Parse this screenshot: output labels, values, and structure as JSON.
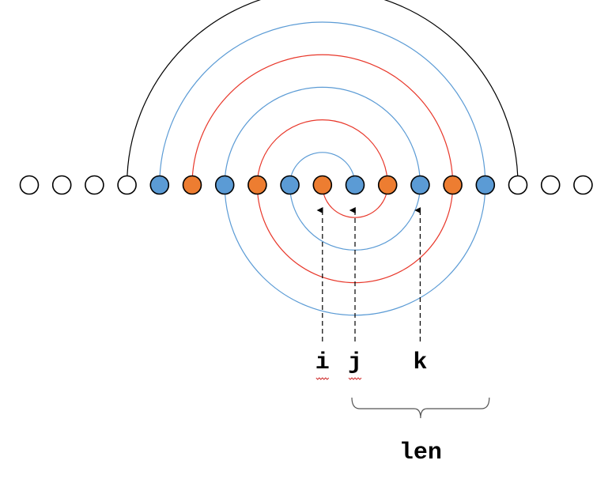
{
  "colors": {
    "background": "#ffffff",
    "outline": "#000000",
    "blue": "#5b9bd5",
    "orange": "#ed7d31",
    "empty": "#ffffff",
    "arc_black": "#000000",
    "arc_blue": "#5b9bd5",
    "arc_red": "#e8372a",
    "spell_underline": "#d03030"
  },
  "beads": [
    "empty",
    "empty",
    "empty",
    "empty",
    "blue",
    "orange",
    "blue",
    "orange",
    "blue",
    "orange",
    "blue",
    "orange",
    "blue",
    "orange",
    "blue",
    "empty",
    "empty",
    "empty"
  ],
  "arcs": [
    {
      "from": 3,
      "to": 15,
      "side": "top",
      "color": "black"
    },
    {
      "from": 4,
      "to": 14,
      "side": "top",
      "color": "blue"
    },
    {
      "from": 5,
      "to": 13,
      "side": "top",
      "color": "red"
    },
    {
      "from": 6,
      "to": 12,
      "side": "top",
      "color": "blue"
    },
    {
      "from": 7,
      "to": 11,
      "side": "top",
      "color": "red"
    },
    {
      "from": 8,
      "to": 10,
      "side": "top",
      "color": "blue"
    },
    {
      "from": 9,
      "to": 11,
      "side": "bottom",
      "color": "red"
    },
    {
      "from": 8,
      "to": 12,
      "side": "bottom",
      "color": "blue"
    },
    {
      "from": 7,
      "to": 13,
      "side": "bottom",
      "color": "red"
    },
    {
      "from": 6,
      "to": 14,
      "side": "bottom",
      "color": "blue"
    }
  ],
  "pointers": [
    {
      "label": "i",
      "bead": 9,
      "spell_underline": true
    },
    {
      "label": "j",
      "bead": 10,
      "spell_underline": true
    },
    {
      "label": "k",
      "bead": 12,
      "spell_underline": false
    }
  ],
  "span": {
    "label": "len",
    "from_bead": 10,
    "to_bead": 14
  }
}
